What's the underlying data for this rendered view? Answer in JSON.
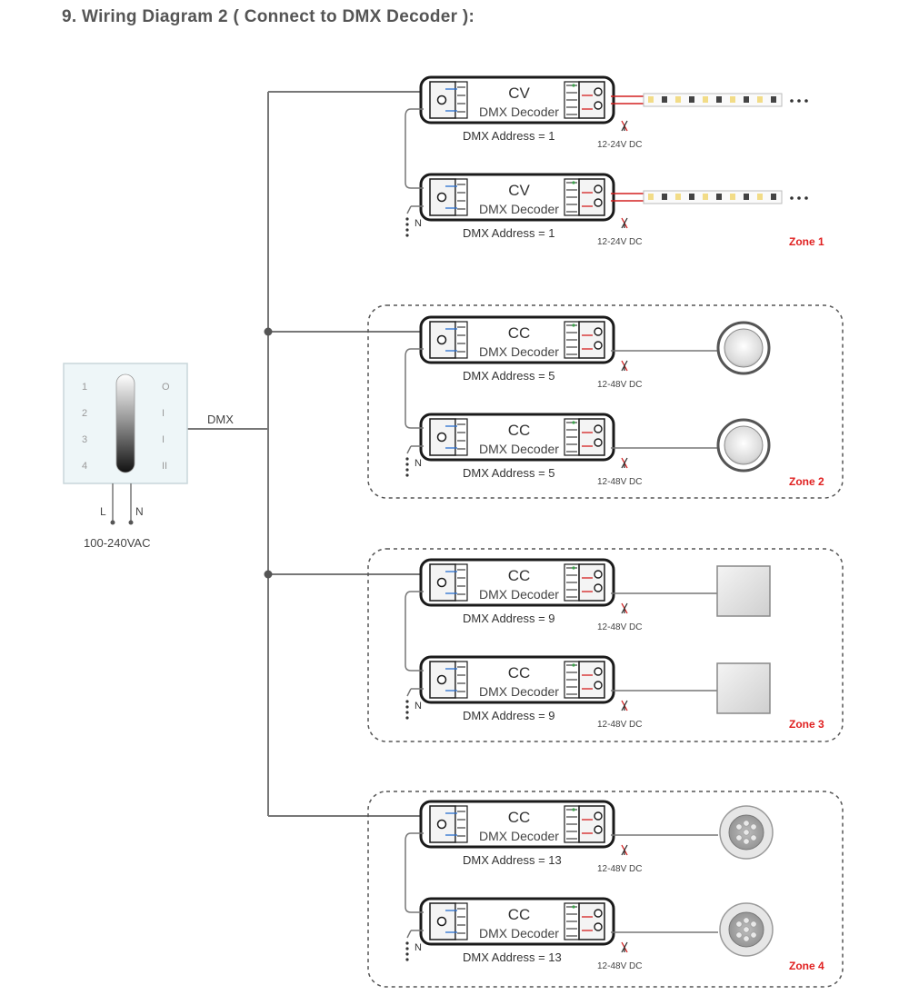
{
  "title": "9. Wiring Diagram 2 ( Connect to DMX Decoder ):",
  "panel": {
    "left_labels": [
      "1",
      "2",
      "3",
      "4"
    ],
    "right_labels": [
      "O",
      "I",
      "I",
      "II"
    ],
    "dmx_label": "DMX",
    "l_label": "L",
    "n_label": "N",
    "voltage_label": "100-240VAC"
  },
  "neutral_label": "N",
  "zones": [
    {
      "label": "Zone 1",
      "decoders": [
        {
          "type": "CV",
          "name": "DMX Decoder",
          "address": "DMX Address = 1",
          "supply": "12-24V DC",
          "load": "led-strip"
        },
        {
          "type": "CV",
          "name": "DMX Decoder",
          "address": "DMX Address = 1",
          "supply": "12-24V DC",
          "load": "led-strip"
        }
      ]
    },
    {
      "label": "Zone 2",
      "decoders": [
        {
          "type": "CC",
          "name": "DMX Decoder",
          "address": "DMX Address = 5",
          "supply": "12-48V DC",
          "load": "round-light"
        },
        {
          "type": "CC",
          "name": "DMX Decoder",
          "address": "DMX Address = 5",
          "supply": "12-48V DC",
          "load": "round-light"
        }
      ]
    },
    {
      "label": "Zone 3",
      "decoders": [
        {
          "type": "CC",
          "name": "DMX Decoder",
          "address": "DMX Address = 9",
          "supply": "12-48V DC",
          "load": "square-panel"
        },
        {
          "type": "CC",
          "name": "DMX Decoder",
          "address": "DMX Address = 9",
          "supply": "12-48V DC",
          "load": "square-panel"
        }
      ]
    },
    {
      "label": "Zone 4",
      "decoders": [
        {
          "type": "CC",
          "name": "DMX Decoder",
          "address": "DMX Address = 13",
          "supply": "12-48V DC",
          "load": "downlight"
        },
        {
          "type": "CC",
          "name": "DMX Decoder",
          "address": "DMX Address = 13",
          "supply": "12-48V DC",
          "load": "downlight"
        }
      ]
    }
  ],
  "colors": {
    "wire": "#777777",
    "zone_label": "#e02020",
    "led_wire": "#d42020",
    "text": "#333333"
  }
}
